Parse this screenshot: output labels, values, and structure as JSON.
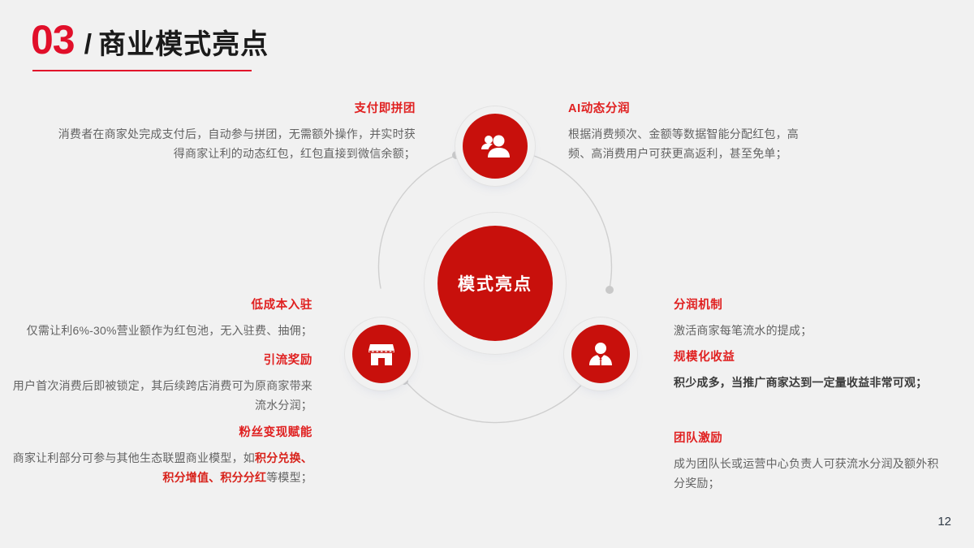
{
  "header": {
    "number": "03",
    "separator": "/",
    "title": "商业模式亮点"
  },
  "diagram": {
    "center_label": "模式亮点",
    "nodes": [
      {
        "id": "top",
        "icon": "users-icon",
        "position": "top"
      },
      {
        "id": "left",
        "icon": "shop-icon",
        "position": "bottom-left"
      },
      {
        "id": "right",
        "icon": "business-person-icon",
        "position": "bottom-right"
      }
    ]
  },
  "blocks": {
    "pay": {
      "heading": "支付即拼团",
      "body": "消费者在商家处完成支付后，自动参与拼团，无需额外操作，并实时获得商家让利的动态红包，红包直接到微信余额；"
    },
    "ai": {
      "heading": "AI动态分润",
      "body": "根据消费频次、金额等数据智能分配红包，高频、高消费用户可获更高返利，甚至免单；"
    },
    "lowcost": {
      "heading": "低成本入驻",
      "body": "仅需让利6%-30%营业额作为红包池，无入驻费、抽佣；"
    },
    "traffic": {
      "heading": "引流奖励",
      "body": "用户首次消费后即被锁定，其后续跨店消费可为原商家带来流水分润；"
    },
    "fans": {
      "heading": "粉丝变现赋能",
      "body_pre": "商家让利部分可参与其他生态联盟商业模型，如",
      "body_em": "积分兑换、积分增值、积分分红",
      "body_post": "等模型；"
    },
    "profit": {
      "heading": "分润机制",
      "body": "激活商家每笔流水的提成；"
    },
    "scale": {
      "heading": "规模化收益",
      "body": "积少成多，当推广商家达到一定量收益非常可观；"
    },
    "team": {
      "heading": "团队激励",
      "body": "成为团队长或运营中心负责人可获流水分润及额外积分奖励；"
    }
  },
  "footer": {
    "page_number": "12"
  },
  "colors": {
    "brand_red": "#c8100c",
    "title_red": "#e10f2a",
    "heading_red": "#e02020",
    "background": "#f1f1f1",
    "body_text": "#636363"
  }
}
